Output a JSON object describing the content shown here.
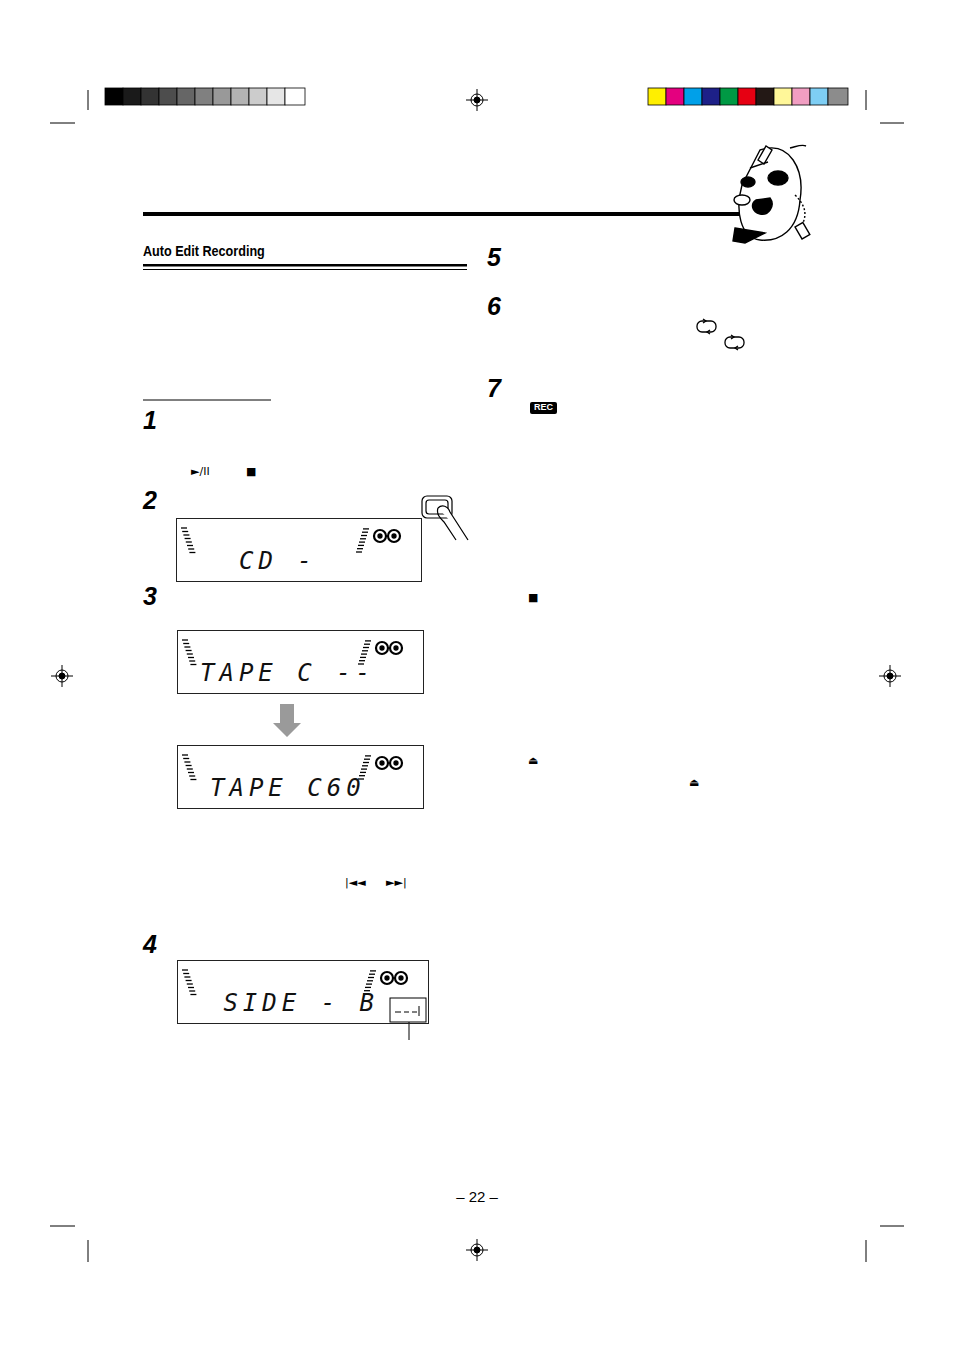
{
  "diagram": {
    "nodes": [
      {
        "text": [
          "CD -"
        ]
      },
      {
        "text": [
          "TAPE C --"
        ]
      },
      {
        "text": [
          "TAPE C60"
        ]
      },
      {
        "text": [
          "SIDE - B"
        ]
      },
      {
        "text": [
          "REC"
        ]
      }
    ],
    "edges": [
      {
        "from": 1,
        "to": 2,
        "arrow": "to"
      }
    ],
    "labels": [
      "Auto Edit Recording",
      "1",
      "2",
      "3",
      "4",
      "5",
      "6",
      "7",
      "►/II",
      "■",
      "|◄◄",
      "►►|",
      "■",
      "⏏",
      "⏏",
      "– 22 –"
    ]
  }
}
